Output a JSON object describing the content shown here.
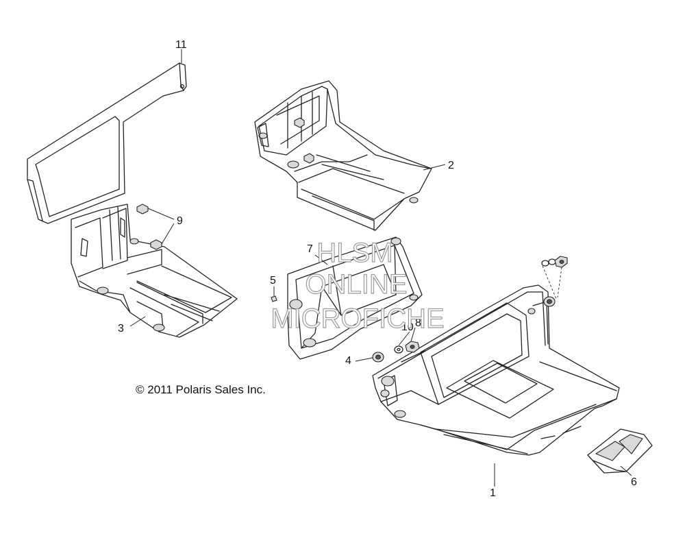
{
  "diagram": {
    "callouts": [
      {
        "id": "1",
        "label": "1"
      },
      {
        "id": "2",
        "label": "2"
      },
      {
        "id": "3",
        "label": "3"
      },
      {
        "id": "4",
        "label": "4"
      },
      {
        "id": "5",
        "label": "5"
      },
      {
        "id": "6",
        "label": "6"
      },
      {
        "id": "7",
        "label": "7"
      },
      {
        "id": "8",
        "label": "8"
      },
      {
        "id": "9",
        "label": "9"
      },
      {
        "id": "10",
        "label": "10"
      },
      {
        "id": "11",
        "label": "11"
      }
    ],
    "copyright": "© 2011 Polaris Sales Inc.",
    "watermark": {
      "line1": "HLSM",
      "line2": "ONLINE",
      "line3": "MICROFICHE"
    }
  }
}
